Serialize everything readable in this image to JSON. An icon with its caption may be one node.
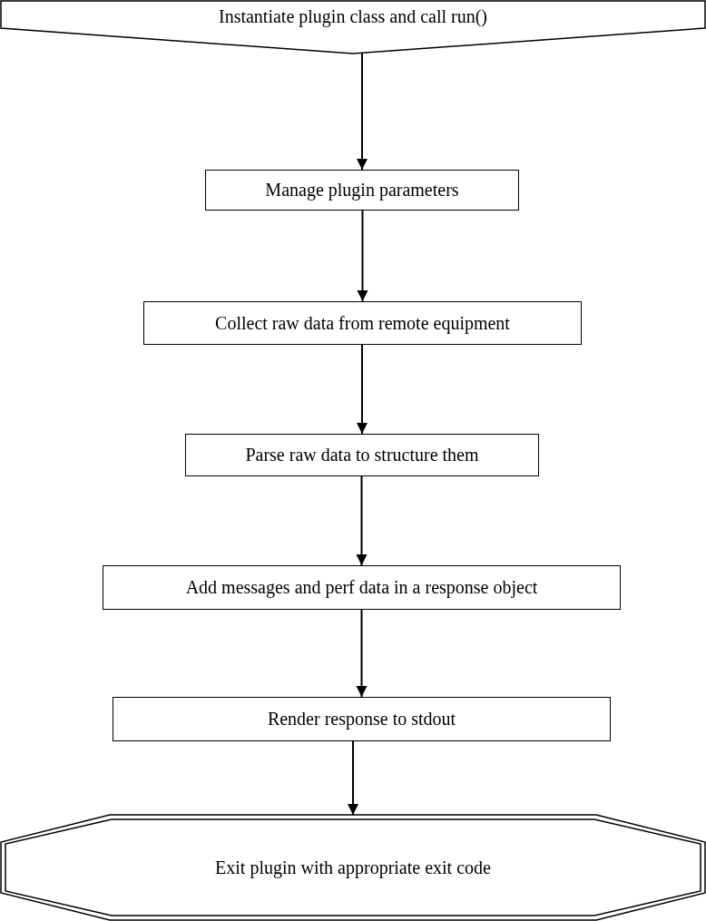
{
  "diagram": {
    "nodes": [
      {
        "text": [
          "Instantiate plugin class and call run()"
        ]
      },
      {
        "text": [
          "Manage plugin parameters"
        ]
      },
      {
        "text": [
          "Collect raw data from remote equipment"
        ]
      },
      {
        "text": [
          "Parse raw data to structure them"
        ]
      },
      {
        "text": [
          "Add messages and perf data in a response object"
        ]
      },
      {
        "text": [
          "Render response to stdout"
        ]
      },
      {
        "text": [
          "Exit plugin with appropriate exit code"
        ]
      }
    ],
    "edges": [
      {
        "from": 0,
        "to": 1,
        "arrow": "to"
      },
      {
        "from": 1,
        "to": 2,
        "arrow": "to"
      },
      {
        "from": 2,
        "to": 3,
        "arrow": "to"
      },
      {
        "from": 3,
        "to": 4,
        "arrow": "to"
      },
      {
        "from": 4,
        "to": 5,
        "arrow": "to"
      },
      {
        "from": 5,
        "to": 6,
        "arrow": "to"
      }
    ]
  }
}
